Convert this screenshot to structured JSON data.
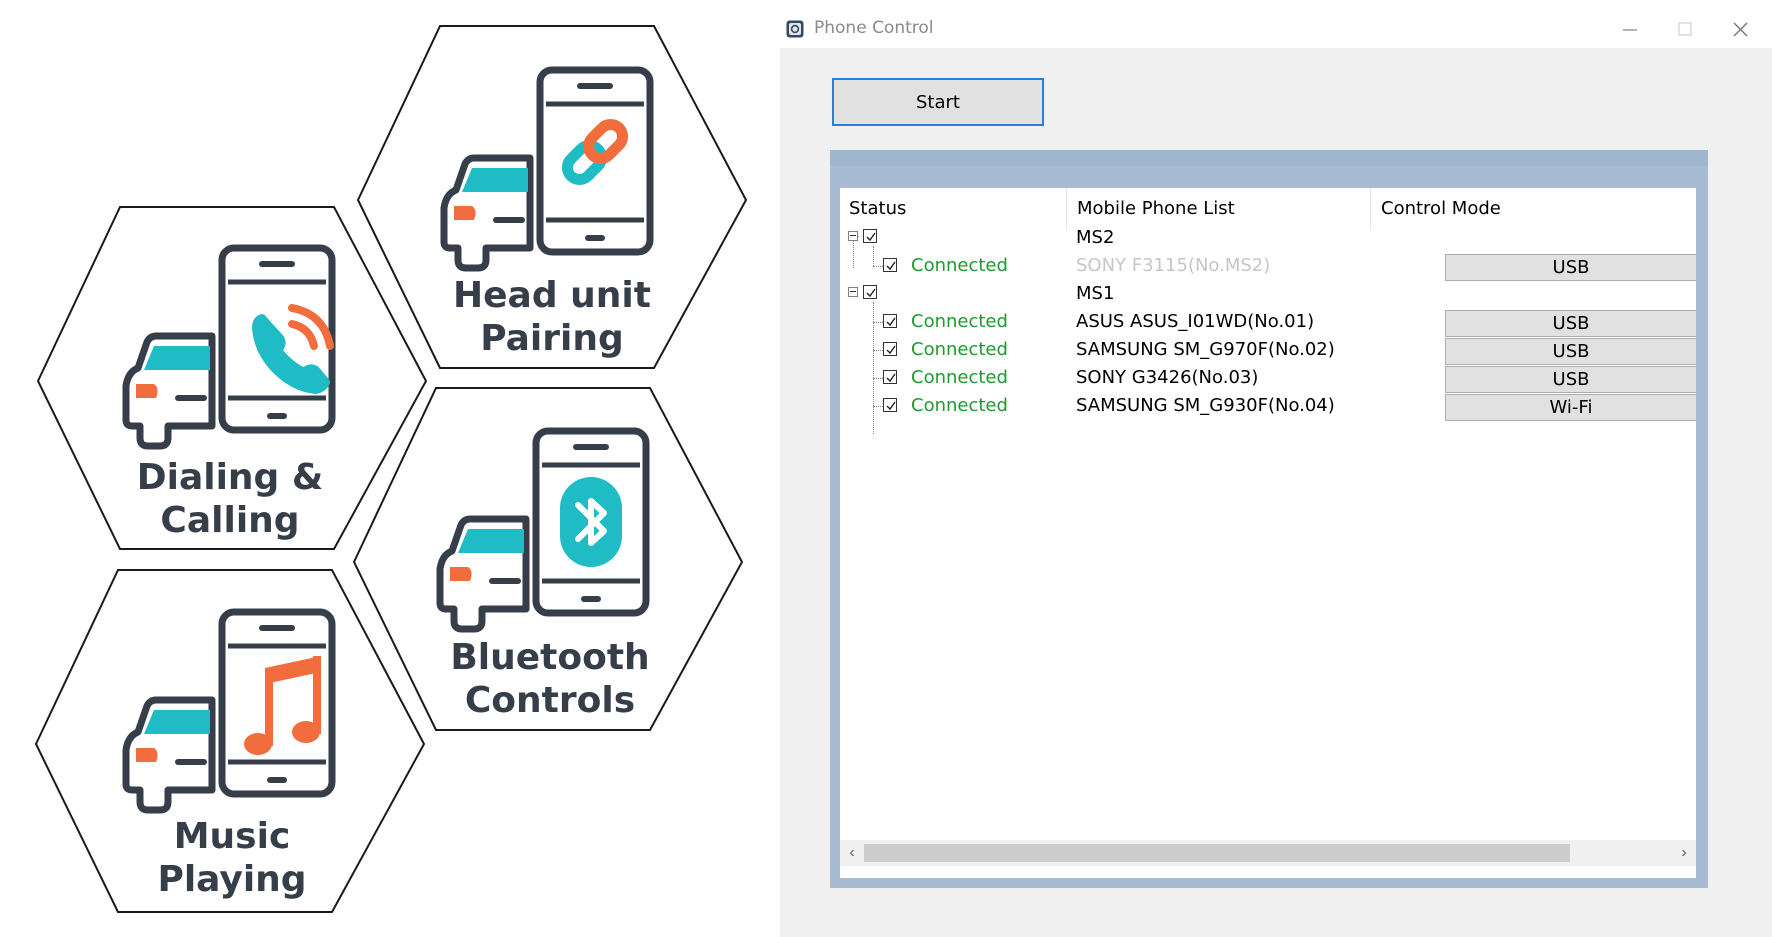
{
  "features": [
    {
      "id": "pairing",
      "line1": "Head unit",
      "line2": "Pairing",
      "icon": "link-icon"
    },
    {
      "id": "dialing",
      "line1": "Dialing &",
      "line2": "Calling",
      "icon": "phone-call-icon"
    },
    {
      "id": "bluetooth",
      "line1": "Bluetooth",
      "line2": "Controls",
      "icon": "bluetooth-icon"
    },
    {
      "id": "music",
      "line1": "Music",
      "line2": "Playing",
      "icon": "music-note-icon"
    }
  ],
  "colors": {
    "teal": "#1fbcc6",
    "orange": "#f26d3d",
    "dark": "#363e4a",
    "connected": "#1e9a2e"
  },
  "window": {
    "title": "Phone Control",
    "start_label": "Start",
    "columns": {
      "status": "Status",
      "phone_list": "Mobile Phone List",
      "control_mode": "Control Mode"
    },
    "groups": [
      {
        "name": "MS2",
        "devices": [
          {
            "status": "Connected",
            "name": "SONY F3115(No.MS2)",
            "mode": "USB",
            "dimmed": true
          }
        ]
      },
      {
        "name": "MS1",
        "devices": [
          {
            "status": "Connected",
            "name": "ASUS ASUS_I01WD(No.01)",
            "mode": "USB"
          },
          {
            "status": "Connected",
            "name": "SAMSUNG SM_G970F(No.02)",
            "mode": "USB"
          },
          {
            "status": "Connected",
            "name": "SONY G3426(No.03)",
            "mode": "USB"
          },
          {
            "status": "Connected",
            "name": "SAMSUNG SM_G930F(No.04)",
            "mode": "Wi-Fi"
          }
        ]
      }
    ]
  }
}
